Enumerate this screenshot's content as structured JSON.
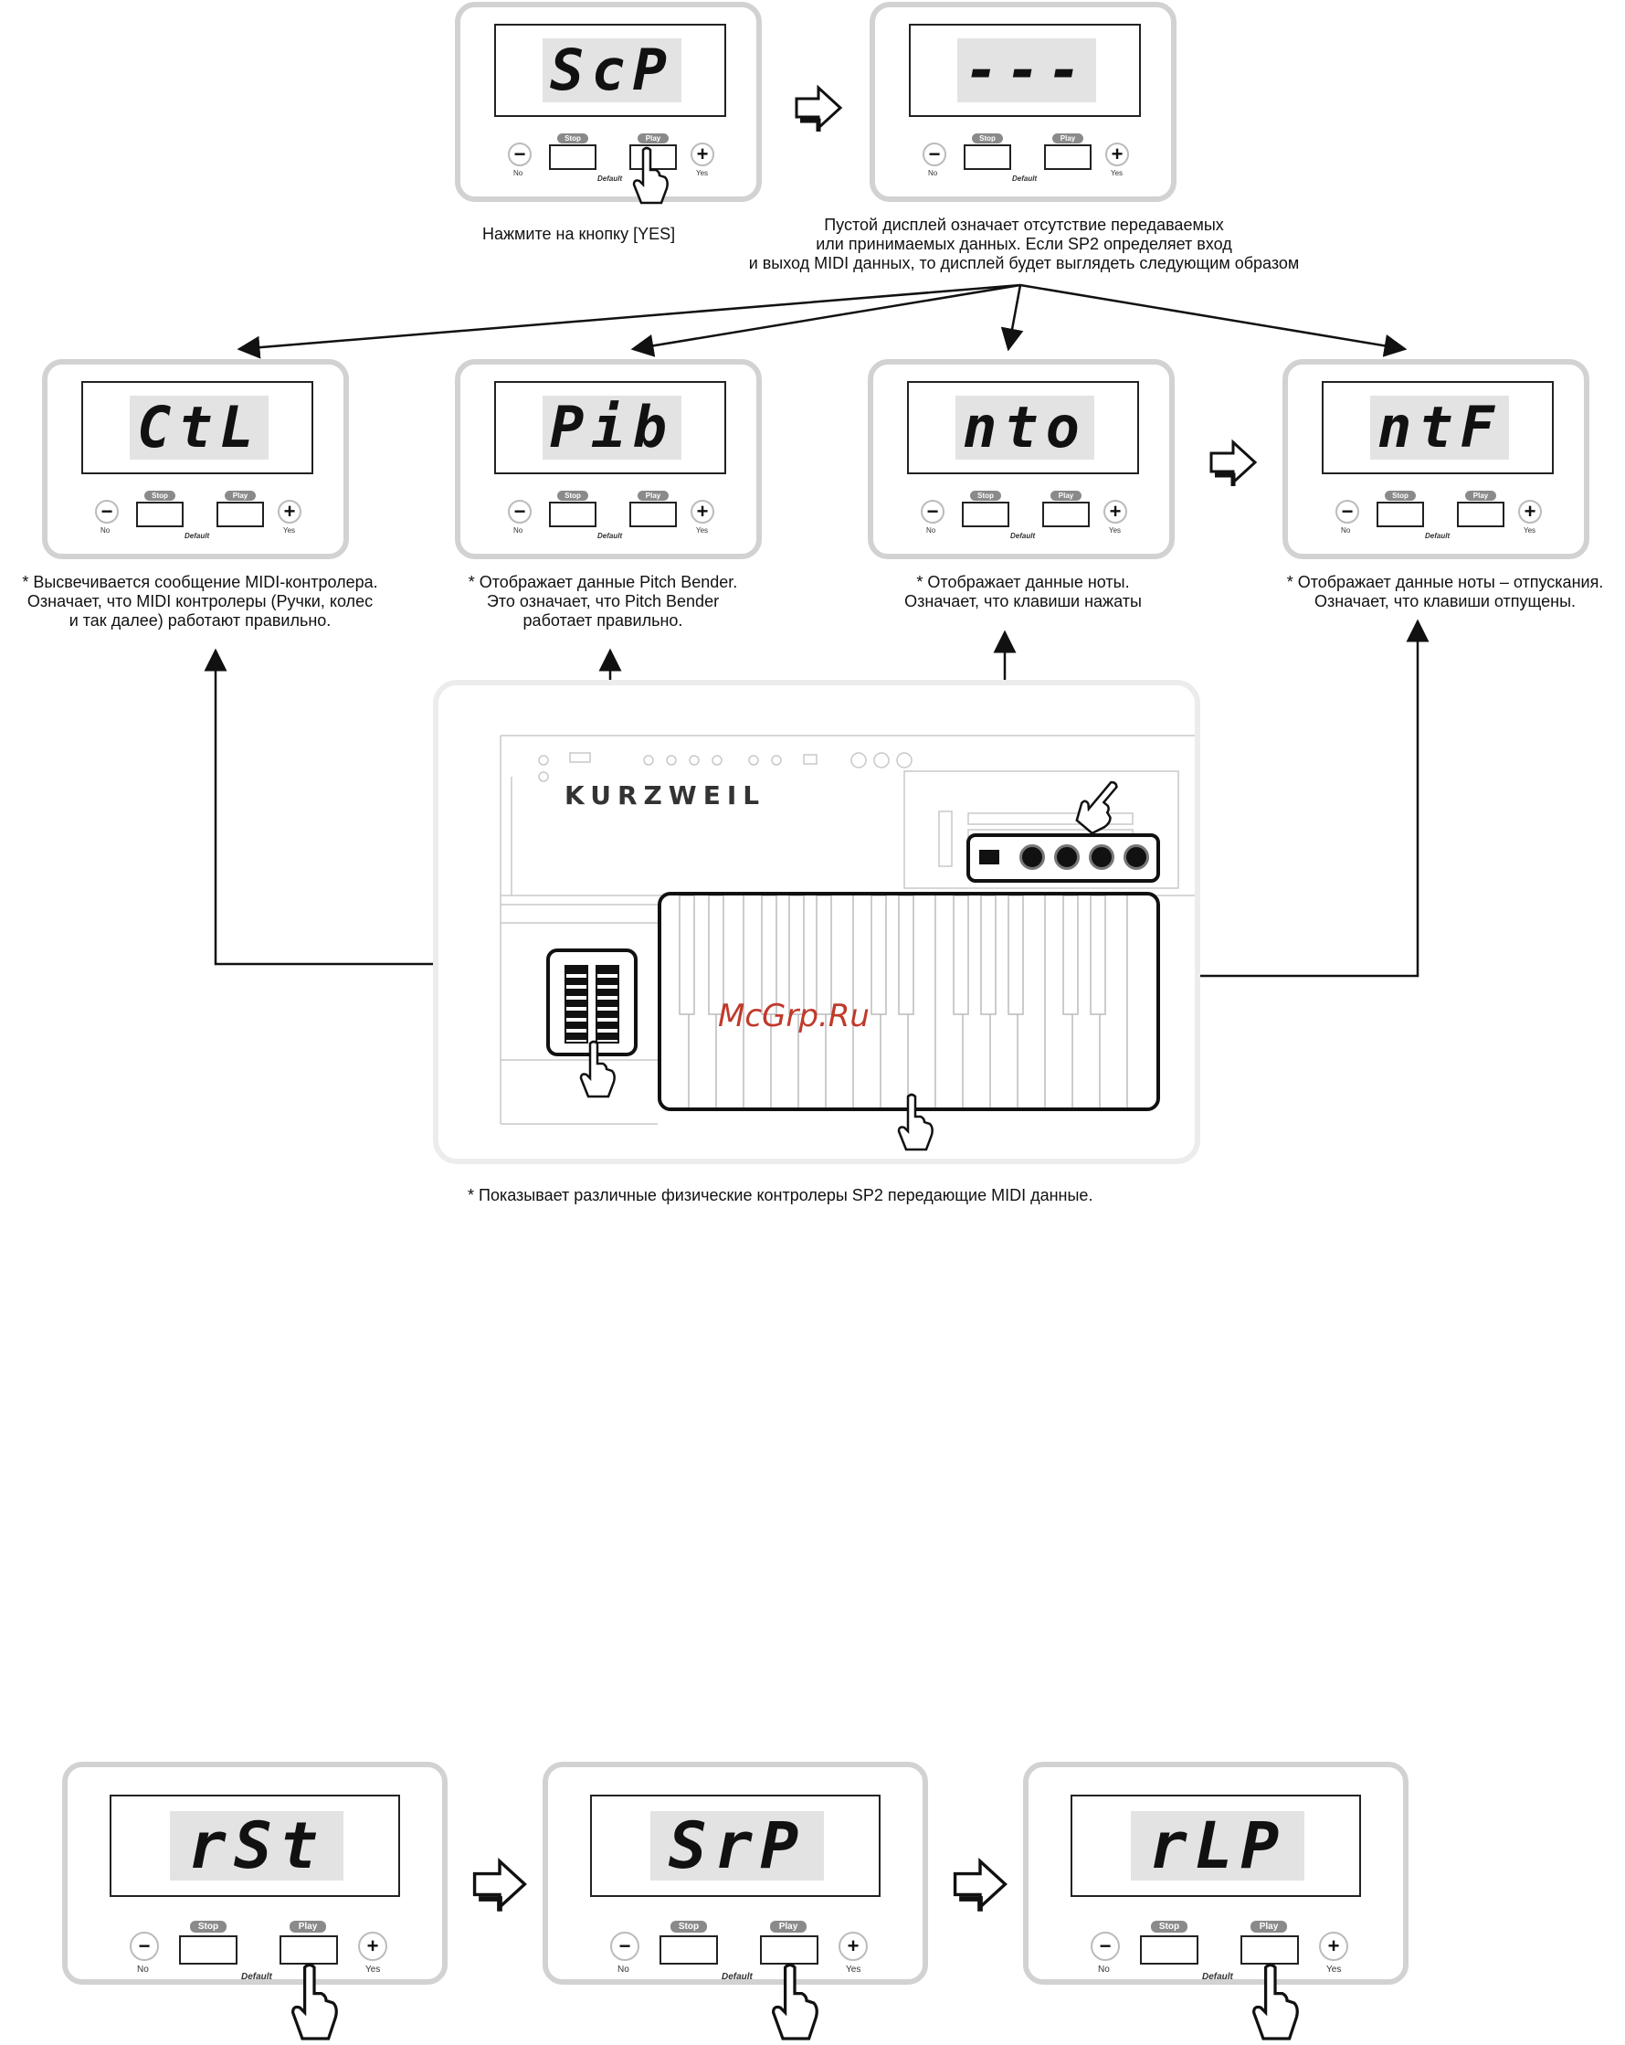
{
  "panels": {
    "top_left": {
      "display": "ScP",
      "stop": "Stop",
      "play": "Play",
      "no": "No",
      "yes": "Yes",
      "minus": "−",
      "plus": "+",
      "default": "Default"
    },
    "top_right": {
      "display": "---",
      "stop": "Stop",
      "play": "Play",
      "no": "No",
      "yes": "Yes",
      "minus": "−",
      "plus": "+",
      "default": "Default"
    },
    "ctl": {
      "display": "CtL",
      "stop": "Stop",
      "play": "Play",
      "no": "No",
      "yes": "Yes",
      "minus": "−",
      "plus": "+",
      "default": "Default"
    },
    "pib": {
      "display": "Pib",
      "stop": "Stop",
      "play": "Play",
      "no": "No",
      "yes": "Yes",
      "minus": "−",
      "plus": "+",
      "default": "Default"
    },
    "nto": {
      "display": "nto",
      "stop": "Stop",
      "play": "Play",
      "no": "No",
      "yes": "Yes",
      "minus": "−",
      "plus": "+",
      "default": "Default"
    },
    "ntf": {
      "display": "ntF",
      "stop": "Stop",
      "play": "Play",
      "no": "No",
      "yes": "Yes",
      "minus": "−",
      "plus": "+",
      "default": "Default"
    },
    "rst": {
      "display": "rSt",
      "stop": "Stop",
      "play": "Play",
      "no": "No",
      "yes": "Yes",
      "minus": "−",
      "plus": "+",
      "default": "Default"
    },
    "srp": {
      "display": "SrP",
      "stop": "Stop",
      "play": "Play",
      "no": "No",
      "yes": "Yes",
      "minus": "−",
      "plus": "+",
      "default": "Default"
    },
    "rlp": {
      "display": "rLP",
      "stop": "Stop",
      "play": "Play",
      "no": "No",
      "yes": "Yes",
      "minus": "−",
      "plus": "+",
      "default": "Default"
    }
  },
  "captions": {
    "press_yes": "Нажмите на кнопку [YES]",
    "empty_display": [
      "Пустой дисплей означает отсутствие передаваемых",
      "или принимаемых данных. Если SP2 определяет вход",
      "и выход MIDI данных, то дисплей будет выглядеть следующим образом"
    ],
    "ctl": [
      "* Высвечивается сообщение MIDI-контролера.",
      "Означает, что MIDI контролеры (Ручки, колес",
      "и так далее) работают правильно."
    ],
    "pib": [
      "* Отображает данные Pitch Bender.",
      "Это означает, что Pitch Bender",
      "работает правильно."
    ],
    "nto": [
      "* Отображает данные ноты.",
      "Означает, что клавиши нажаты"
    ],
    "ntf": [
      "* Отображает данные ноты – отпускания.",
      "Означает, что клавиши отпущены."
    ],
    "controllers": "* Показывает различные физические контролеры SP2 передающие MIDI данные."
  },
  "keyboard": {
    "brand": "KURZWEIL",
    "watermark": "McGrp.Ru"
  },
  "colors": {
    "panel_border": "#d2d2d2",
    "lcd_bg": "#e3e3e3",
    "watermark": "#c0392b"
  }
}
